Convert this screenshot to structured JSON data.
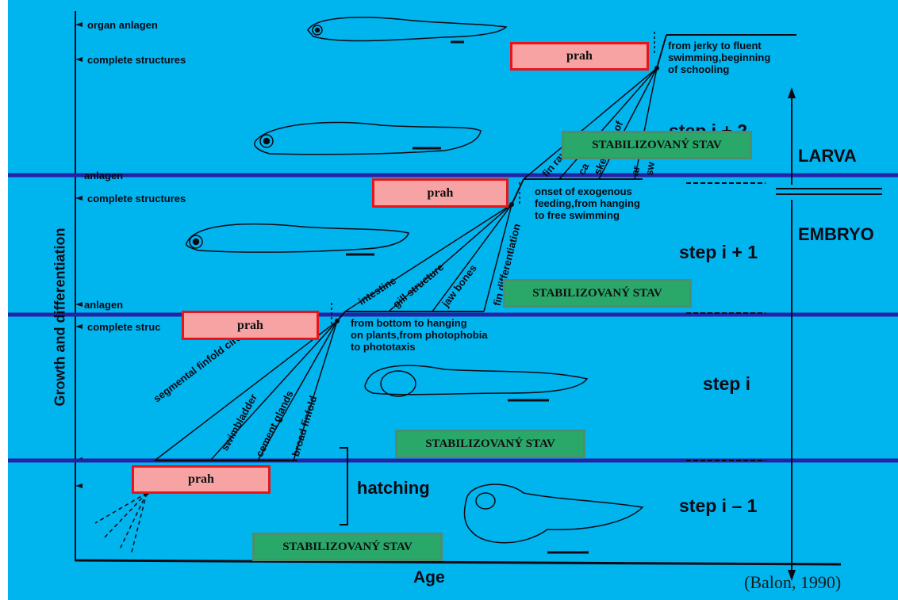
{
  "diagram": {
    "y_axis_label": "Growth and differentiation",
    "x_axis_label": "Age",
    "citation": "(Balon, 1990)",
    "tick_labels": {
      "organ_anlagen": "organ anlagen",
      "complete_structures_top": "complete structures",
      "anlagen_mid": "anlagen",
      "complete_structures_mid": "complete structures",
      "anlagen_low": "anlagen",
      "complete_structures_low": "complete struc"
    },
    "annotations": {
      "top": "from jerky to fluent\nswimming,beginning\nof schooling",
      "middle": "onset of exogenous\nfeeding,from hanging\nto free swimming",
      "lower": "from bottom to hanging\non plants,from photophobia\nto phototaxis",
      "hatching": "hatching"
    },
    "steps": {
      "step_i_plus_2": "step i + 2",
      "step_i_plus_1": "step i + 1",
      "step_i": "step i",
      "step_i_minus_1": "step i – 1"
    },
    "stages": {
      "larva": "LARVA",
      "embryo": "EMBRYO"
    },
    "line_labels": {
      "segmental_finfold": "segmental finfold circulation",
      "swimbladder": "swimbladder",
      "cement_glands": "cement glands",
      "broad_finfold": "broad finfold",
      "intestine": "intestine",
      "gill_structure": "gill structure",
      "jaw_bones": "jaw bones",
      "fin_differentiation": "fin differentiation",
      "fin_rays": "fin rays",
      "calcification": "ca",
      "skeleton_of": "ske    ation of",
      "air": "ar",
      "swimbladder_top": "sw    dder"
    },
    "threshold_label": "prah",
    "stable_label": "STABILIZOVANÝ STAV",
    "colors": {
      "background": "#00b4ee",
      "band_line": "#2323a8",
      "threshold_fill": "#f7a3a3",
      "threshold_border": "#e8141b",
      "stable_fill": "#29a86a"
    }
  }
}
